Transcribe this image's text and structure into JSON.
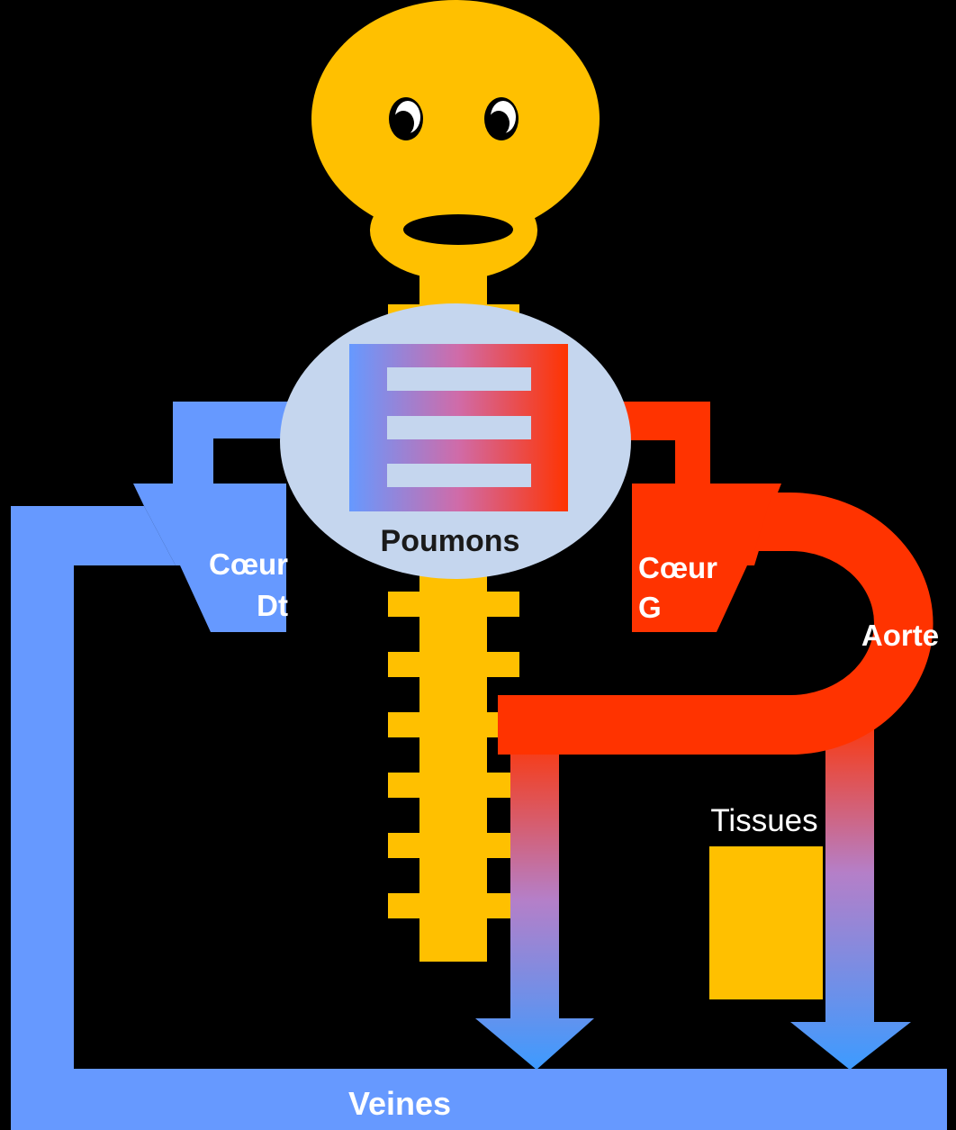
{
  "labels": {
    "lungs": "Poumons",
    "right_heart_line1": "Cœur",
    "right_heart_line2": "Dt",
    "left_heart_line1": "Cœur",
    "left_heart_line2": "G",
    "aorta": "Aorte",
    "tissues": "Tissues",
    "veins": "Veines"
  },
  "colors": {
    "background": "#000000",
    "body": "#FFC000",
    "lungs": "#C5D6EE",
    "venous_blue": "#6699FF",
    "arterial_red": "#FF3300",
    "arrow_tip_blue": "#3D9BFF",
    "eye_white": "#FFFFFF",
    "label_white": "#FFFFFF",
    "label_dark": "#1A1A1A"
  }
}
